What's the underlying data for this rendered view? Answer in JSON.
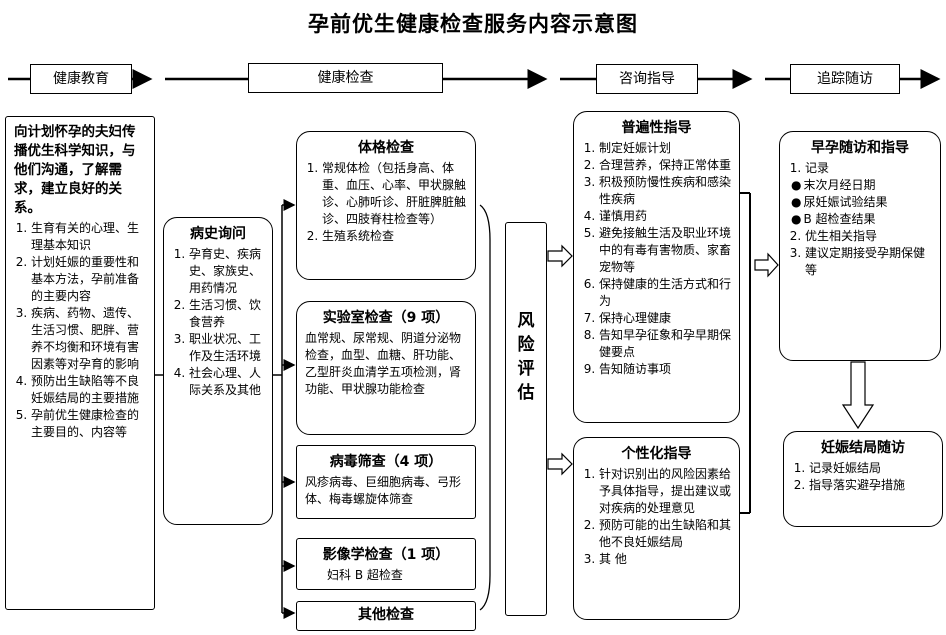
{
  "title": "孕前优生健康检查服务内容示意图",
  "headers": {
    "education": "健康教育",
    "examination": "健康检查",
    "counseling": "咨询指导",
    "followup": "追踪随访"
  },
  "education_box": {
    "intro": "向计划怀孕的夫妇传播优生科学知识，与他们沟通，了解需求，建立良好的关系。",
    "items": [
      "生育有关的心理、生理基本知识",
      "计划妊娠的重要性和基本方法，孕前准备的主要内容",
      "疾病、药物、遗传、生活习惯、肥胖、营养不均衡和环境有害因素等对孕育的影响",
      "预防出生缺陷等不良妊娠结局的主要措施",
      "孕前优生健康检查的主要目的、内容等"
    ]
  },
  "history_box": {
    "title": "病史询问",
    "items": [
      "孕育史、疾病史、家族史、用药情况",
      "生活习惯、饮食营养",
      "职业状况、工作及生活环境",
      "社会心理、人际关系及其他"
    ]
  },
  "physical_box": {
    "title": "体格检查",
    "items": [
      "常规体检（包括身高、体重、血压、心率、甲状腺触诊、心肺听诊、肝脏脾脏触诊、四肢脊柱检查等）",
      "生殖系统检查"
    ]
  },
  "lab_box": {
    "title": "实验室检查（9 项）",
    "text": "血常规、尿常规、阴道分泌物检查，血型、血糖、肝功能、乙型肝炎血清学五项检测，肾功能、甲状腺功能检查"
  },
  "virus_box": {
    "title": "病毒筛查（4 项）",
    "text": "风疹病毒、巨细胞病毒、弓形体、梅毒螺旋体筛查"
  },
  "imaging_box": {
    "title": "影像学检查（1 项）",
    "text": "妇科 B 超检查"
  },
  "other_box": {
    "title": "其他检查"
  },
  "risk_box": {
    "text": "风险评估"
  },
  "general_box": {
    "title": "普遍性指导",
    "items": [
      "制定妊娠计划",
      "合理营养，保持正常体重",
      "积极预防慢性疾病和感染性疾病",
      "谨慎用药",
      "避免接触生活及职业环境中的有毒有害物质、家畜宠物等",
      "保持健康的生活方式和行为",
      "保持心理健康",
      "告知早孕征象和孕早期保健要点",
      "告知随访事项"
    ]
  },
  "individual_box": {
    "title": "个性化指导",
    "items": [
      "针对识别出的风险因素给予具体指导，提出建议或对疾病的处理意见",
      "预防可能的出生缺陷和其他不良妊娠结局",
      "其 他"
    ]
  },
  "early_box": {
    "title": "早孕随访和指导",
    "record": "记录",
    "record_items": [
      "末次月经日期",
      "尿妊娠试验结果",
      "B 超检查结果"
    ],
    "items": [
      "优生相关指导",
      "建议定期接受孕期保健等"
    ]
  },
  "outcome_box": {
    "title": "妊娠结局随访",
    "items": [
      "记录妊娠结局",
      "指导落实避孕措施"
    ]
  }
}
